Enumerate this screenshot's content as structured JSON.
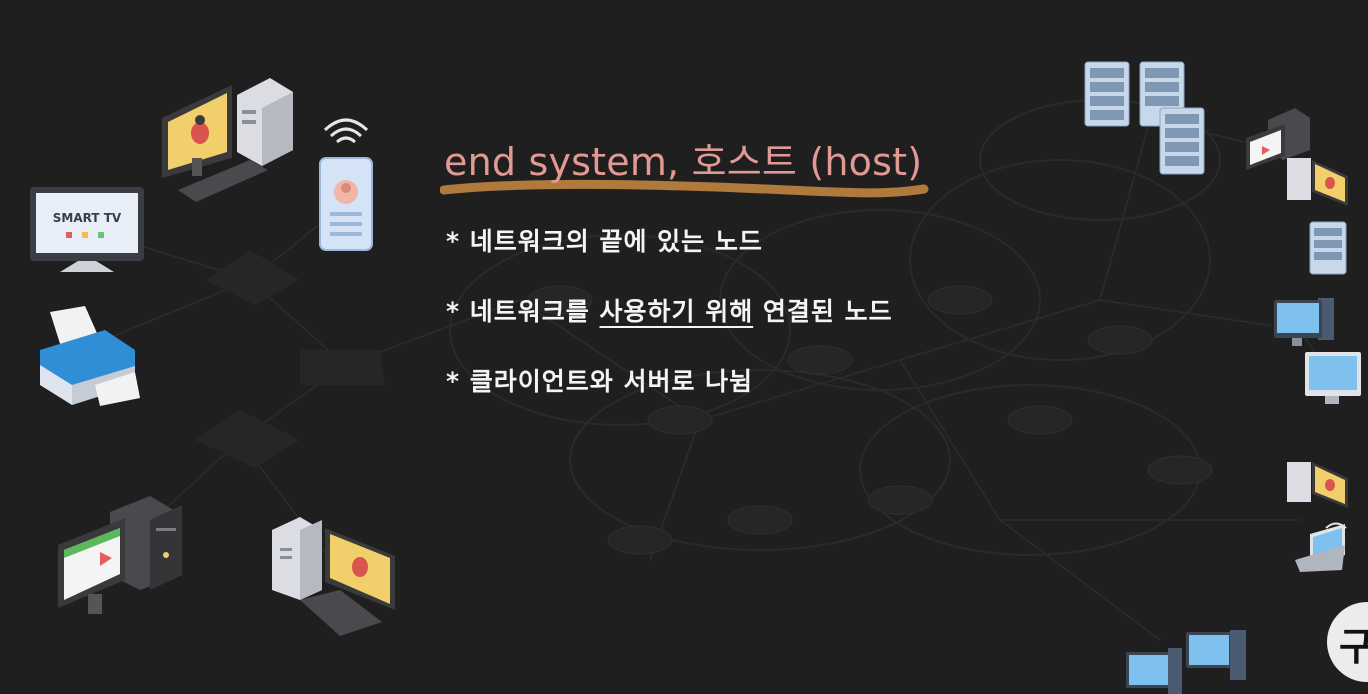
{
  "slide": {
    "title": "end system, 호스트 (host)",
    "bullets": [
      {
        "prefix": "* 네트워크의 끝에 있는 노드",
        "underlined": "",
        "suffix": ""
      },
      {
        "prefix": "* 네트워크를 ",
        "underlined": "사용하기 위해",
        "suffix": " 연결된 노드"
      },
      {
        "prefix": "* 클라이언트와 서버로 나뉨",
        "underlined": "",
        "suffix": ""
      }
    ]
  },
  "devices": {
    "smart_tv_label": "SMART TV"
  },
  "avatar_badge": {
    "text": "구"
  },
  "colors": {
    "background": "#1f1f20",
    "title": "#e09a93",
    "underline": "#b07a3c",
    "text": "#f4f4f4"
  }
}
